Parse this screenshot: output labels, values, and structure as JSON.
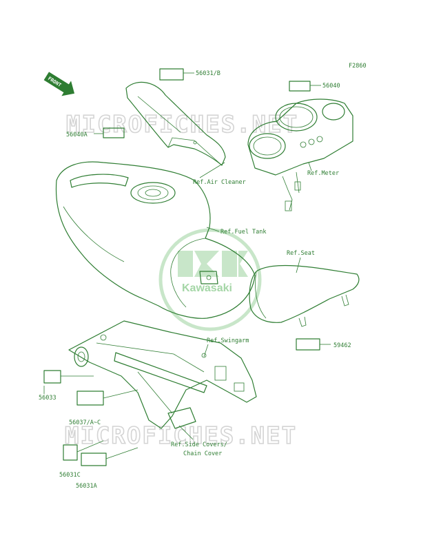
{
  "figure_code": "F2860",
  "front_marker": "FRONT",
  "watermarks": {
    "text": "MICROFICHES.NET",
    "logo_text": "Kawasaki"
  },
  "labels": {
    "p56031B": "56031/B",
    "p56040": "56040",
    "p56040A": "56040A",
    "p59462": "59462",
    "p56033": "56033",
    "p56037": "56037/A~C",
    "p56031C": "56031C",
    "p56031A": "56031A",
    "ref_air_cleaner": "Ref.Air Cleaner",
    "ref_meter": "Ref.Meter",
    "ref_fuel_tank": "Ref.Fuel Tank",
    "ref_seat": "Ref.Seat",
    "ref_swingarm": "Ref.Swingarm",
    "ref_side_covers_1": "Ref.Side Covers/",
    "ref_side_covers_2": "Chain Cover"
  }
}
